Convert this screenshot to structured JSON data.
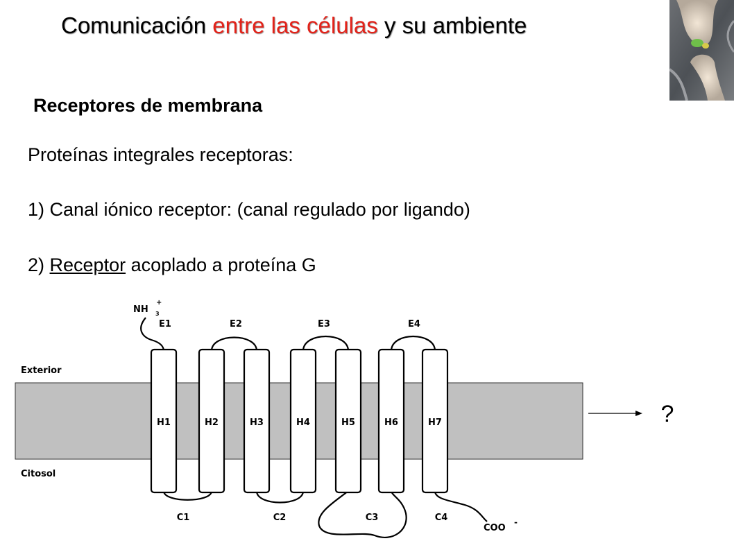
{
  "header": {
    "title_part1": "Comunicación ",
    "title_part2": "entre las células",
    "title_part3": " y su ambiente",
    "accent_color": "#e32219"
  },
  "thumbnail": {
    "icon": "neuron-synapse-image"
  },
  "content": {
    "subtitle": "Receptores de membrana",
    "intro": "Proteínas integrales receptoras:",
    "item1": "1) Canal iónico receptor: (canal regulado por ligando)",
    "item2_prefix": "2) ",
    "item2_underlined": "Receptor",
    "item2_suffix": " acoplado a proteína G"
  },
  "diagram": {
    "exterior_label": "Exterior",
    "citosol_label": "Citosol",
    "n_terminus": "NH",
    "n_terminus_sub": "3",
    "n_terminus_sup": "+",
    "c_terminus": "COO",
    "c_terminus_sup": "-",
    "helices": [
      "H1",
      "H2",
      "H3",
      "H4",
      "H5",
      "H6",
      "H7"
    ],
    "extracellular_loops": [
      "E1",
      "E2",
      "E3",
      "E4"
    ],
    "cytosolic_loops": [
      "C1",
      "C2",
      "C3",
      "C4"
    ],
    "arrow_target": "?",
    "membrane_color": "#c0c0c0"
  }
}
